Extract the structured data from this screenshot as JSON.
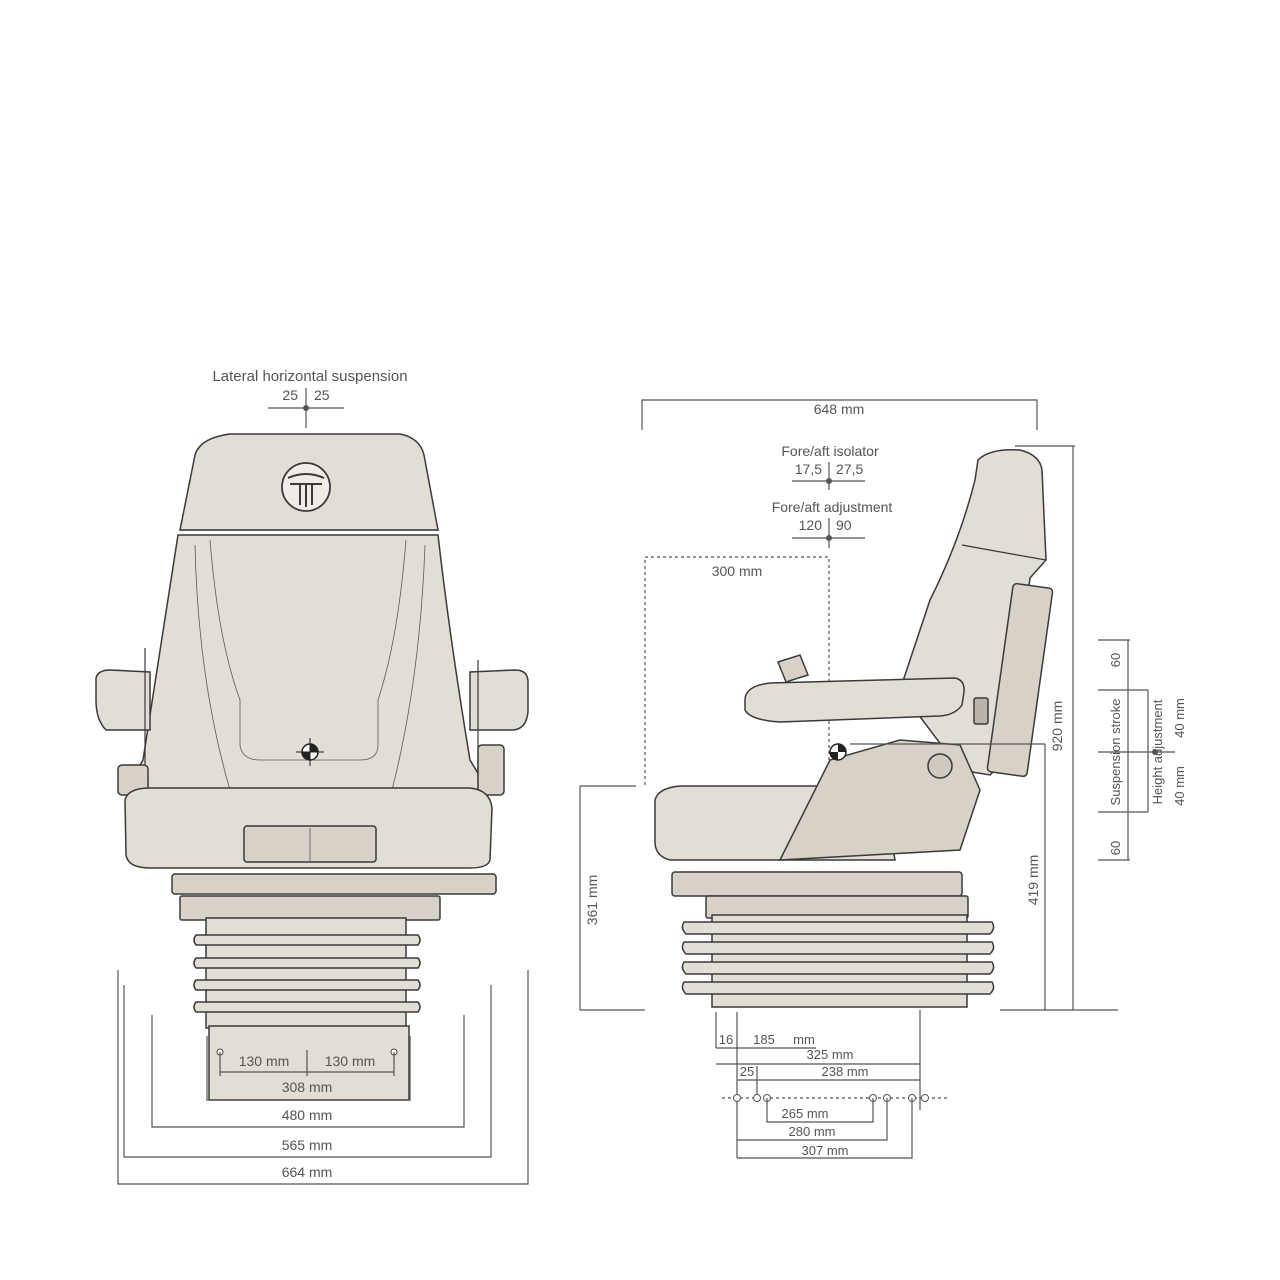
{
  "front_view": {
    "lateral_title": "Lateral horizontal suspension",
    "lateral_left": "25",
    "lateral_right": "25",
    "dim_130_left": "130 mm",
    "dim_130_right": "130 mm",
    "dim_308": "308 mm",
    "dim_480": "480 mm",
    "dim_565": "565 mm",
    "dim_664": "664 mm"
  },
  "side_view": {
    "dim_648": "648 mm",
    "isolator_title": "Fore/aft isolator",
    "isolator_left": "17,5",
    "isolator_right": "27,5",
    "adjust_title": "Fore/aft adjustment",
    "adjust_left": "120",
    "adjust_right": "90",
    "dim_300": "300 mm",
    "dim_361": "361 mm",
    "dim_419": "419 mm",
    "dim_920": "920 mm",
    "dim_16": "16",
    "dim_185": "185",
    "dim_185_unit": "mm",
    "dim_325": "325 mm",
    "dim_25": "25",
    "dim_238": "238 mm",
    "dim_265": "265 mm",
    "dim_280": "280 mm",
    "dim_307": "307 mm",
    "suspension_stroke": "Suspension stroke",
    "height_adjustment": "Height adjustment",
    "stroke_60_top": "60",
    "stroke_60_bottom": "60",
    "height_40_top": "40 mm",
    "height_40_bottom": "40 mm"
  },
  "colors": {
    "seat_fill": "#e2ddd5",
    "outline": "#3a3a3a",
    "dimension": "#555555"
  }
}
